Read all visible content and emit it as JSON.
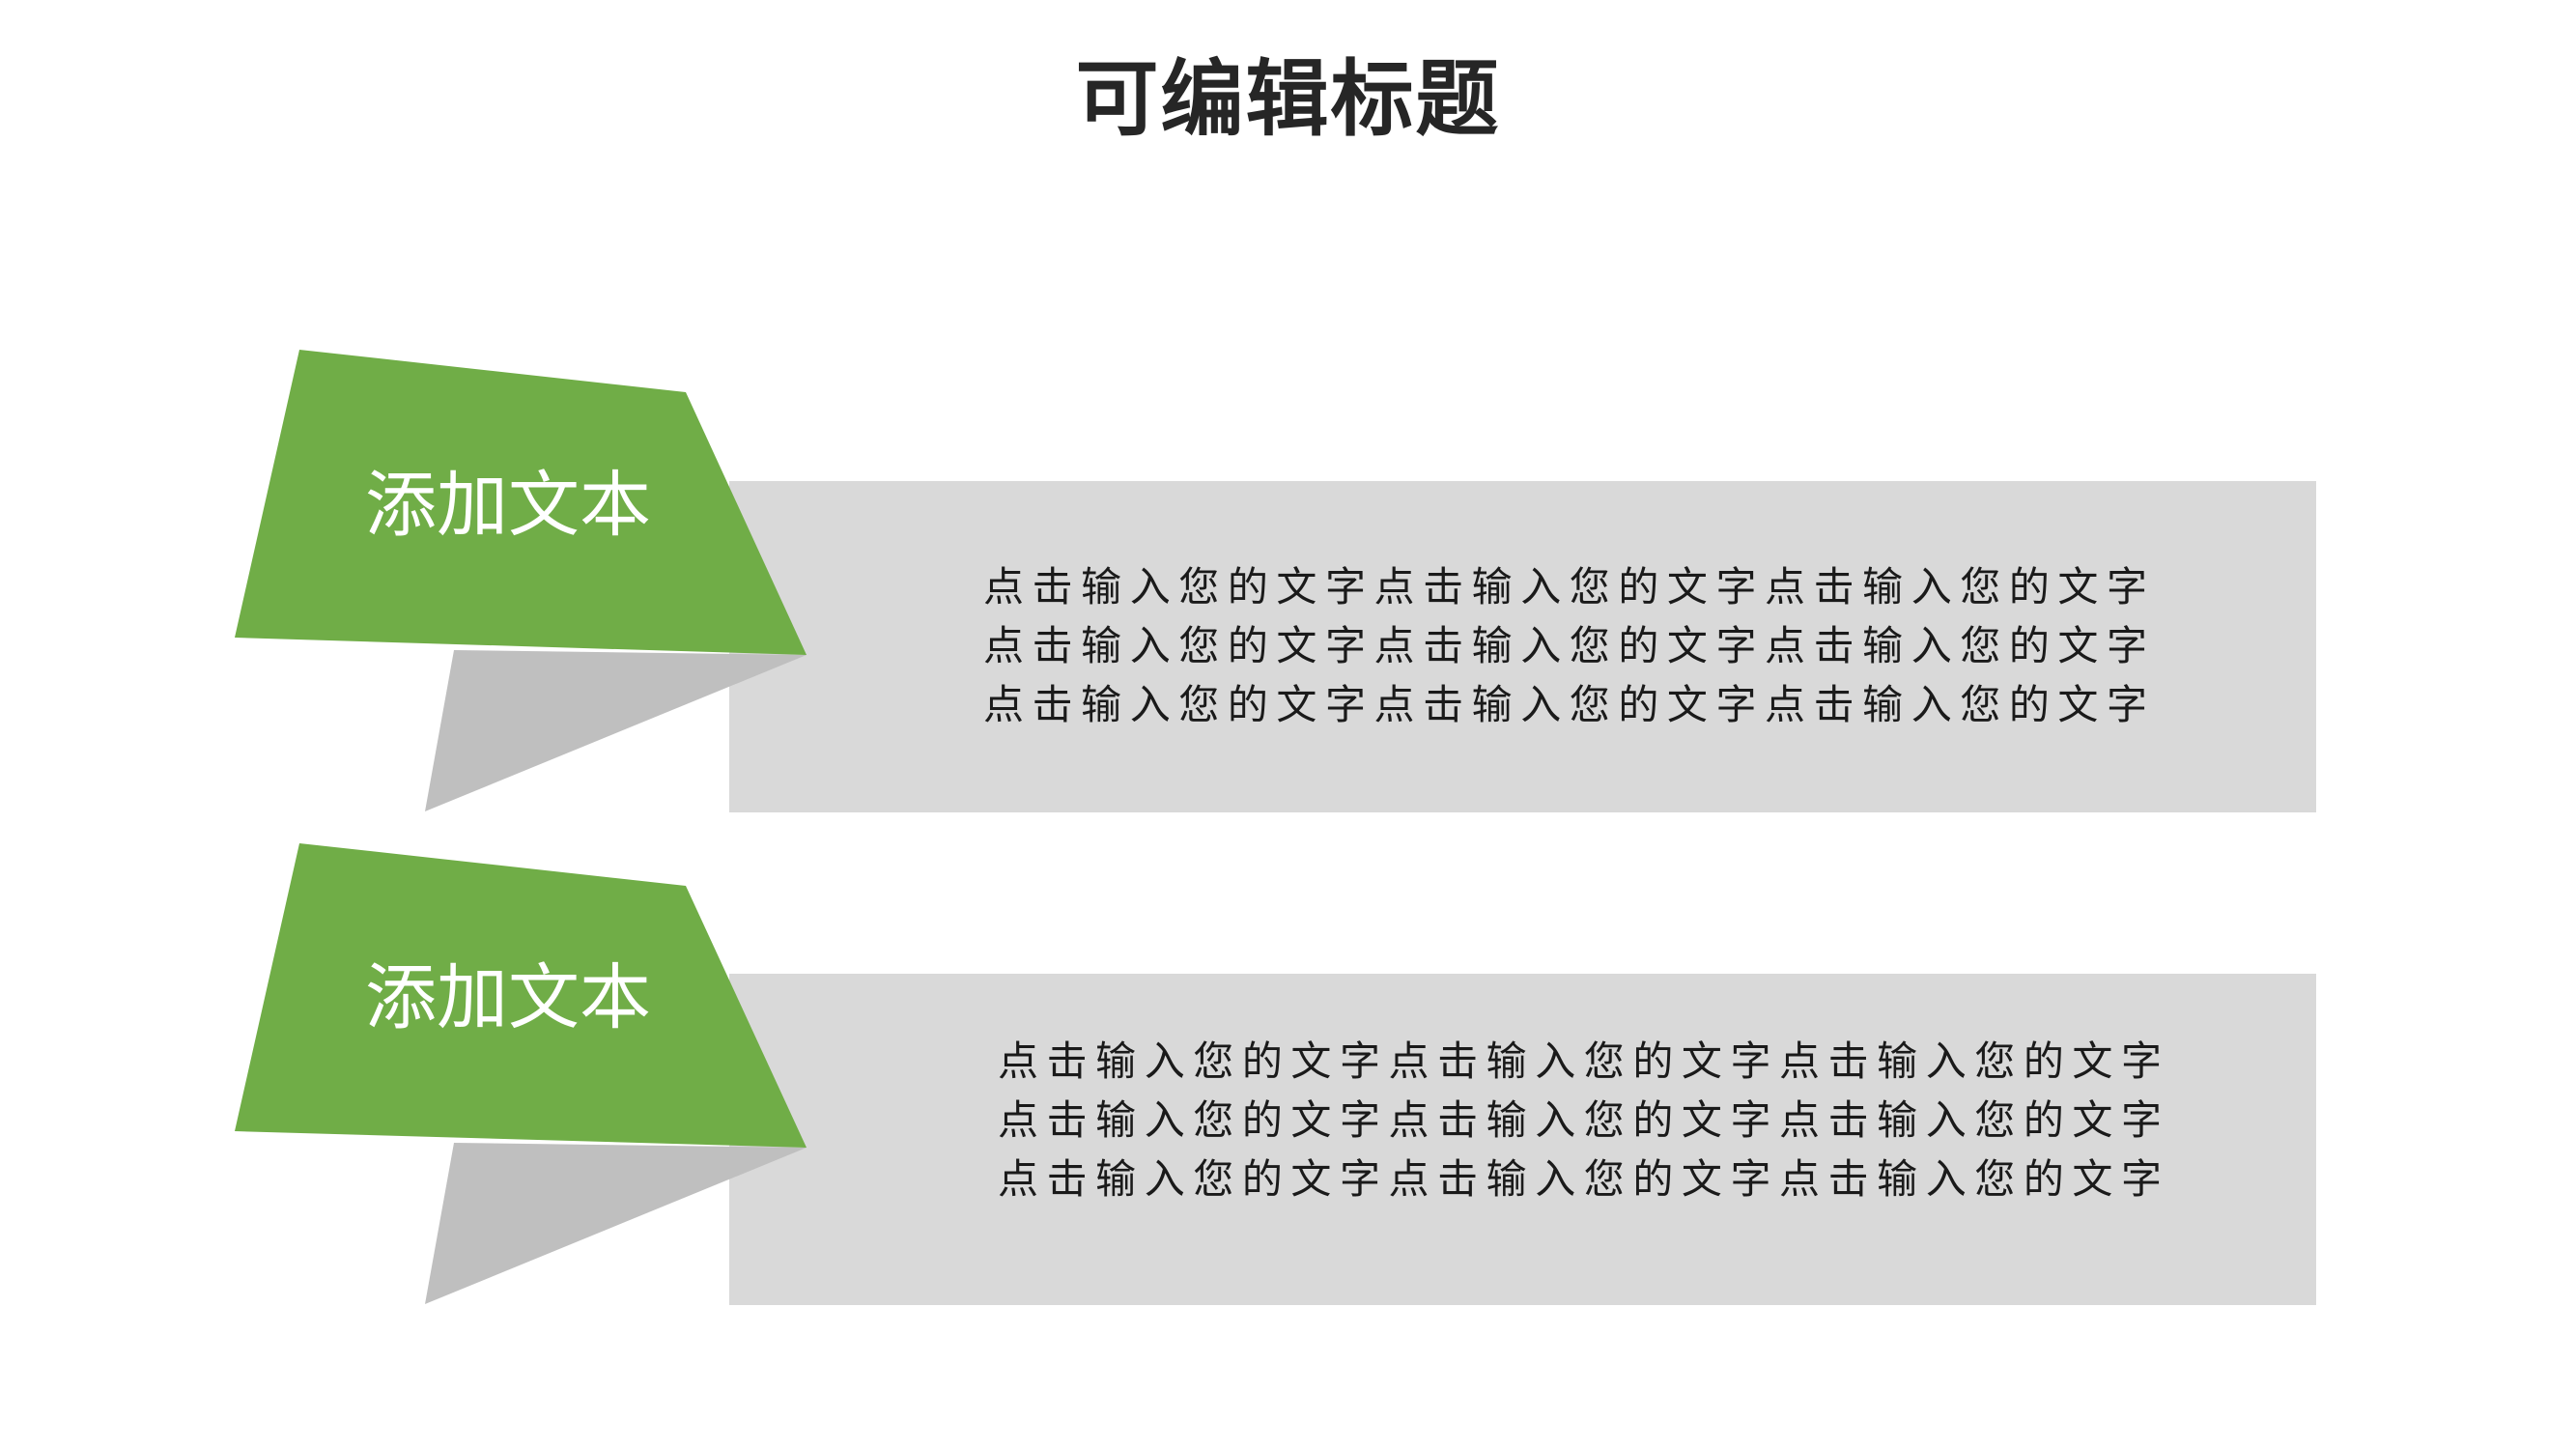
{
  "title": "可编辑标题",
  "colors": {
    "accent": "#70ad47",
    "panel": "#d9d9d9",
    "shadow": "#bfbfbf",
    "title_text": "#262626",
    "body_text": "#1a1a1a",
    "tag_text": "#ffffff"
  },
  "cards": [
    {
      "tag": "添加文本",
      "lines": [
        "点击输入您的文字点击输入您的文字点击输入您的文字",
        "点击输入您的文字点击输入您的文字点击输入您的文字",
        "点击输入您的文字点击输入您的文字点击输入您的文字"
      ]
    },
    {
      "tag": "添加文本",
      "lines": [
        "点击输入您的文字点击输入您的文字点击输入您的文字",
        "点击输入您的文字点击输入您的文字点击输入您的文字",
        "点击输入您的文字点击输入您的文字点击输入您的文字"
      ]
    }
  ]
}
